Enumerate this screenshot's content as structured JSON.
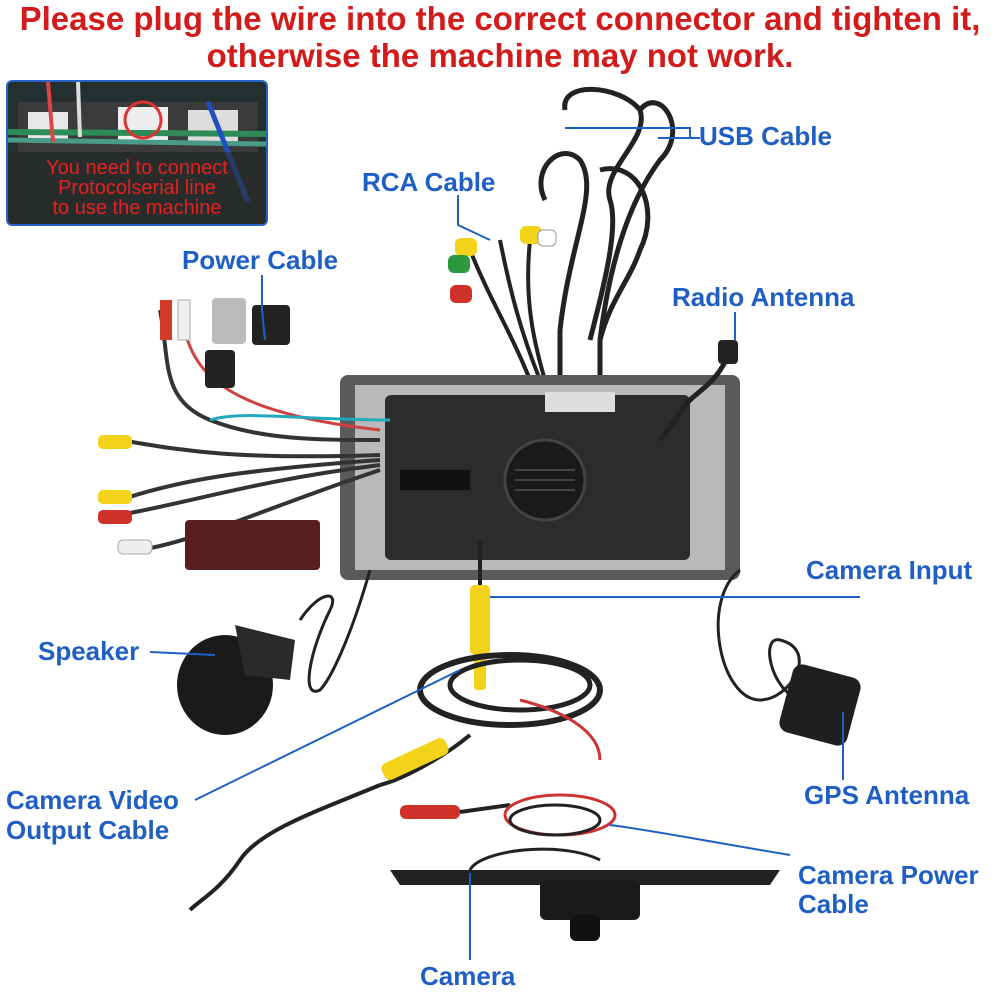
{
  "header": {
    "line1": "Please plug the wire into the correct connector and tighten it,",
    "line2": "otherwise the machine may not work."
  },
  "inset": {
    "line1": "You need to connect",
    "line2": "Protocolserial line",
    "line3": "to use the machine"
  },
  "labels": {
    "usb": "USB Cable",
    "rca": "RCA Cable",
    "power": "Power Cable",
    "radio": "Radio Antenna",
    "camera_input": "Camera Input",
    "speaker": "Speaker",
    "camera_video_1": "Camera Video",
    "camera_video_2": "Output Cable",
    "gps": "GPS Antenna",
    "camera_power_1": "Camera Power",
    "camera_power_2": "Cable",
    "camera": "Camera"
  },
  "colors": {
    "header": "#d21b1b",
    "label": "#1f5fc4",
    "inset_text": "#e52020"
  }
}
